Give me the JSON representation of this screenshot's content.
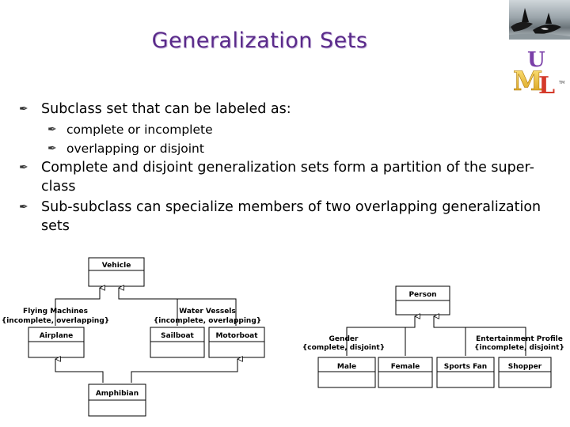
{
  "title": "Generalization Sets",
  "bullets": [
    {
      "text": "Subclass set that can be labeled as:",
      "glyph": "pen-icon"
    },
    {
      "text": "complete or incomplete",
      "glyph": "pen-icon"
    },
    {
      "text": "overlapping or disjoint",
      "glyph": "pen-icon"
    },
    {
      "text": "Complete and disjoint generalization sets form a partition of the super-class",
      "glyph": "pen-icon"
    },
    {
      "text": "Sub-subclass can specialize members of two overlapping generalization sets",
      "glyph": "pen-icon"
    }
  ],
  "glyph_char": "✒",
  "logo": {
    "letters": [
      "U",
      "M",
      "L"
    ],
    "tm": "TM"
  },
  "diagram_left": {
    "vehicle": "Vehicle",
    "flying_set": {
      "name": "Flying Machines",
      "constraint": "{incomplete, overlapping}"
    },
    "water_set": {
      "name": "Water Vessels",
      "constraint": "{incomplete, overlapping}"
    },
    "airplane": "Airplane",
    "sailboat": "Sailboat",
    "motorboat": "Motorboat",
    "amphibian": "Amphibian"
  },
  "diagram_right": {
    "person": "Person",
    "gender_set": {
      "name": "Gender",
      "constraint": "{complete, disjoint}"
    },
    "entertainment_set": {
      "name": "Entertainment Profile",
      "constraint": "{incomplete, disjoint}"
    },
    "male": "Male",
    "female": "Female",
    "sports_fan": "Sports Fan",
    "shopper": "Shopper"
  }
}
